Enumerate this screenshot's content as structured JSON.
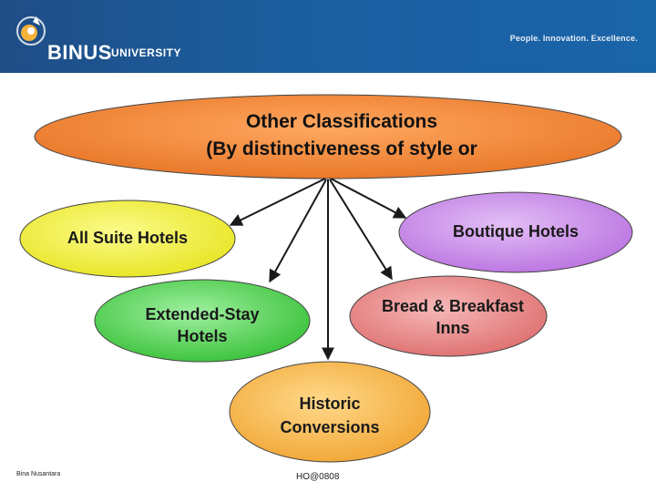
{
  "header": {
    "brand_name": "BINUS",
    "brand_suffix": "UNIVERSITY",
    "tagline": "People. Innovation. Excellence.",
    "logo_icon": "binus-logo-icon",
    "background_color": "#1b5fa0"
  },
  "diagram": {
    "title": "Other Classifications\n(By distinctiveness of style or",
    "nodes": [
      {
        "id": "all-suite",
        "label": "All Suite Hotels",
        "color": "#f2f23a"
      },
      {
        "id": "boutique",
        "label": "Boutique Hotels",
        "color": "#c98be8"
      },
      {
        "id": "extended-stay",
        "label": "Extended-Stay\nHotels",
        "color": "#5cd65c"
      },
      {
        "id": "bnb",
        "label": "Bread & Breakfast\nInns",
        "color": "#e88a8a"
      },
      {
        "id": "historic",
        "label": "Historic\nConversions",
        "color": "#f7b74a"
      }
    ],
    "title_color": "#f08a3a",
    "edges": [
      {
        "from": "title",
        "to": "all-suite"
      },
      {
        "from": "title",
        "to": "boutique"
      },
      {
        "from": "title",
        "to": "extended-stay"
      },
      {
        "from": "title",
        "to": "bnb"
      },
      {
        "from": "title",
        "to": "historic"
      }
    ]
  },
  "footer": {
    "author": "Bina Nusantara",
    "code": "HO@0808"
  }
}
